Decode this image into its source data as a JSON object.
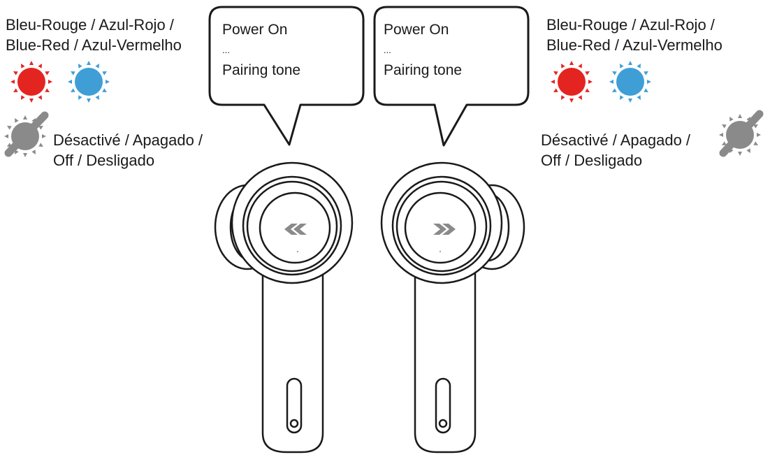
{
  "colors": {
    "red": "#e42420",
    "blue": "#3f9ed6",
    "gray": "#8a8a8a",
    "stroke": "#1a1a1a"
  },
  "left": {
    "bubble": {
      "line1": "Power On",
      "line2": "...",
      "line3": "Pairing tone"
    },
    "led_on_label": {
      "line1": "Bleu-Rouge / Azul-Rojo /",
      "line2": "Blue-Red / Azul-Vermelho"
    },
    "led_off_label": {
      "line1": "Désactivé / Apagado /",
      "line2": "Off / Desligado"
    },
    "touch_icon": "double-chevron-left-icon"
  },
  "right": {
    "bubble": {
      "line1": "Power On",
      "line2": "...",
      "line3": "Pairing tone"
    },
    "led_on_label": {
      "line1": "Bleu-Rouge / Azul-Rojo /",
      "line2": "Blue-Red / Azul-Vermelho"
    },
    "led_off_label": {
      "line1": "Désactivé / Apagado /",
      "line2": "Off / Desligado"
    },
    "touch_icon": "double-chevron-right-icon"
  }
}
